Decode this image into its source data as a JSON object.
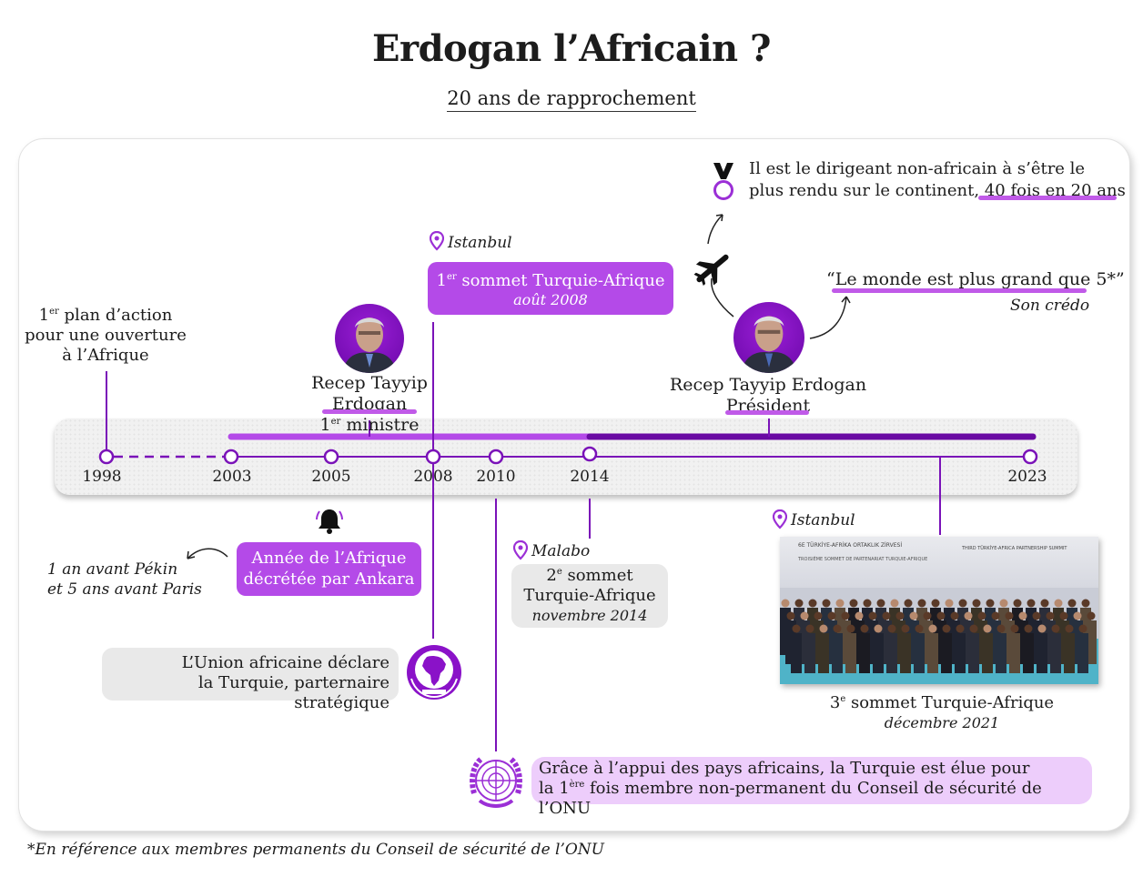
{
  "title": "Erdogan l’Africain ?",
  "subtitle": "20 ans de rapprochement",
  "timeline": {
    "years": [
      "1998",
      "2003",
      "2005",
      "2008",
      "2010",
      "2014",
      "2023"
    ]
  },
  "events": {
    "plan_1998": {
      "sup": "er",
      "line1_rest": " plan d’action",
      "line1_pre": "1",
      "line2": "pour une ouverture",
      "line3": "à l’Afrique"
    },
    "pm_2003": {
      "name": "Recep Tayyip Erdogan",
      "role_pre": "1",
      "role_sup": "er",
      "role_rest": " ministre"
    },
    "president_2014": {
      "name": "Recep Tayyip Erdogan",
      "role": "Président"
    },
    "summit1": {
      "place": "Istanbul",
      "title_pre": "1",
      "title_sup": "er",
      "title_rest": " sommet Turquie-Afrique",
      "date": "août 2008"
    },
    "summit2": {
      "place": "Malabo",
      "line1_pre": "2",
      "line1_sup": "e",
      "line1_rest": " sommet",
      "line2": "Turquie-Afrique",
      "date": "novembre 2014"
    },
    "summit3": {
      "place": "Istanbul",
      "line1_pre": "3",
      "line1_sup": "e",
      "line1_rest": " sommet Turquie-Afrique",
      "date": "décembre 2021"
    },
    "year_africa": {
      "line1": "Année de l’Afrique",
      "line2": "décrétée par Ankara"
    },
    "before": {
      "line1": "1 an avant Pékin",
      "line2": "et 5 ans avant Paris"
    },
    "au": {
      "line1": "L’Union africaine déclare",
      "line2": "la Turquie, parternaire stratégique"
    },
    "un": {
      "line1": "Grâce à l’appui des pays africains, la Turquie est élue pour",
      "line2_pre": "la 1",
      "line2_sup": "ère",
      "line2_rest": " fois membre non-permanent du Conseil de sécurité de l’ONU"
    },
    "record": {
      "line1": "Il est le dirigeant non-africain à s’être le",
      "line2_pre": "plus rendu sur le continent, ",
      "line2_hl": "40 fois en 20 ans"
    },
    "credo": {
      "quote": "“Le monde est plus grand que 5*”",
      "caption": "Son crédo"
    }
  },
  "footnote": "*En référence aux membres permanents du Conseil de sécurité de l’ONU",
  "photo_banner": {
    "left": "6E TÜRKİYE-AFRİKA ORTAKLIK ZİRVESİ",
    "left_sub": "TROISIÈME SOMMET DE PARTENARIAT TURQUIE-AFRIQUE",
    "right": "THIRD TÜRKİYE-AFRICA PARTNERSHIP SUMMIT"
  },
  "colors": {
    "accent": "#b44ae8",
    "dark_purple": "#6a0aa3",
    "lilac": "#edcdfb",
    "gray_box": "#e9e9e9"
  },
  "icons": [
    "map-pin-icon",
    "bell-icon",
    "medal-icon",
    "airplane-icon",
    "african-union-emblem",
    "un-emblem"
  ]
}
